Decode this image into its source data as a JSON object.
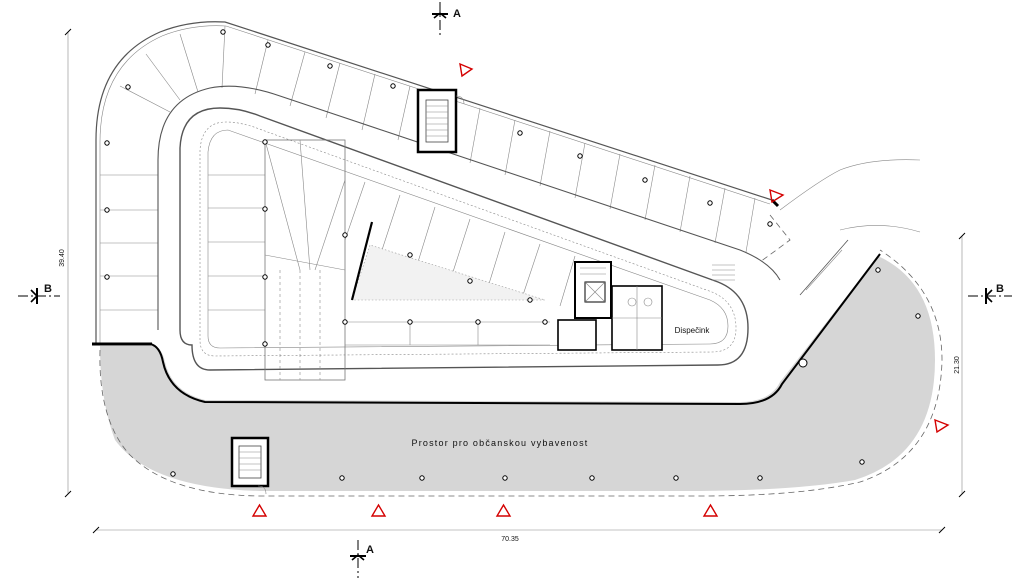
{
  "labels": {
    "civic_space": "Prostor pro občanskou vybavenost",
    "dispatch": "Dispečink"
  },
  "sections": {
    "a_top": "A",
    "a_bottom": "A",
    "b_left": "B",
    "b_right": "B"
  },
  "dimensions": {
    "overall_width": "70.35",
    "overall_height": "39.40",
    "right_height": "21.30"
  },
  "colors": {
    "civic_fill": "#d6d6d6",
    "entrance_marker": "#d40000",
    "wall": "#000000"
  }
}
